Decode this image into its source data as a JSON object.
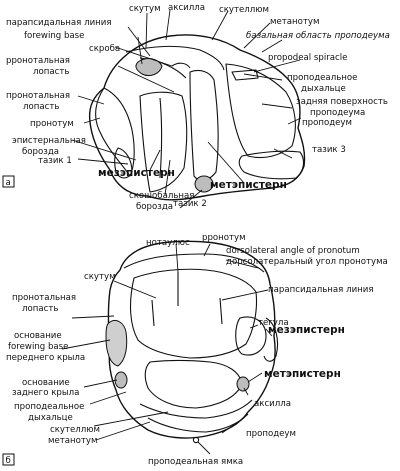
{
  "figure": {
    "panel_a": {
      "letter": "а",
      "labels": {
        "scutum": "скутум",
        "axilla": "аксилла",
        "scutellum": "скутеллюм",
        "parapsidal_line": "парапсидальная линия",
        "forewing_base": "forewing base",
        "metanotum": "метанотум",
        "basal_area": "базальная область проподеума",
        "scroba": "скроба",
        "propodeal_spiracle": "propodeal spiracle",
        "pronotal_lobe_1": "pронотальная",
        "pronotal_lobe_2": "лопасть",
        "propodeal_spiracle_ru_1": "проподеальное",
        "propodeal_spiracle_ru_2": "дыхальце",
        "pronotal_lobe_b_1": "пронотальная",
        "pronotal_lobe_b_2": "лопасть",
        "posterior_surface_1": "задняя поверхность",
        "posterior_surface_2": "проподеума",
        "pronotum": "пронотум",
        "propodeum": "проподеум",
        "episternal_groove_1": "эпистернальная",
        "episternal_groove_2": "борозда",
        "coxa1": "тазик 1",
        "coxa3": "тазик 3",
        "mesepisternum": "мезэпистерн",
        "metepisternum": "метэпистерн",
        "sternopleural_1": "скошобальная",
        "sternopleural_2": "борозда",
        "coxa2": "тазик 2"
      }
    },
    "panel_b": {
      "letter": "б",
      "labels": {
        "notaulus": "нотаулюс",
        "pronotum": "pронотум",
        "dorsolateral_en": "dorsolateral angle of pronotum",
        "dorsolateral_ru": "дорсолатеральный угол пронотума",
        "scutum": "скутум",
        "pronotal_lobe_1": "пронотальная",
        "pronotal_lobe_2": "лопасть",
        "parapsidal_line": "парапсидальная линия",
        "tegula": "тегула",
        "forewing_base_1": "основание",
        "forewing_base_2": "forewing base",
        "forewing_base_3": "переднего крыла",
        "mesepisternum": "мезэпистерн",
        "hindwing_base_1": "основание",
        "hindwing_base_2": "заднего крыла",
        "metepisternum": "метэпистерн",
        "propodeal_spiracle_1": "проподеальное",
        "propodeal_spiracle_2": "дыхальце",
        "axilla": "аксилла",
        "scutellum": "скутеллюм",
        "metanotum": "метанотум",
        "propodeum": "проподеум",
        "propodeal_pit": "проподеальная ямка"
      }
    }
  }
}
